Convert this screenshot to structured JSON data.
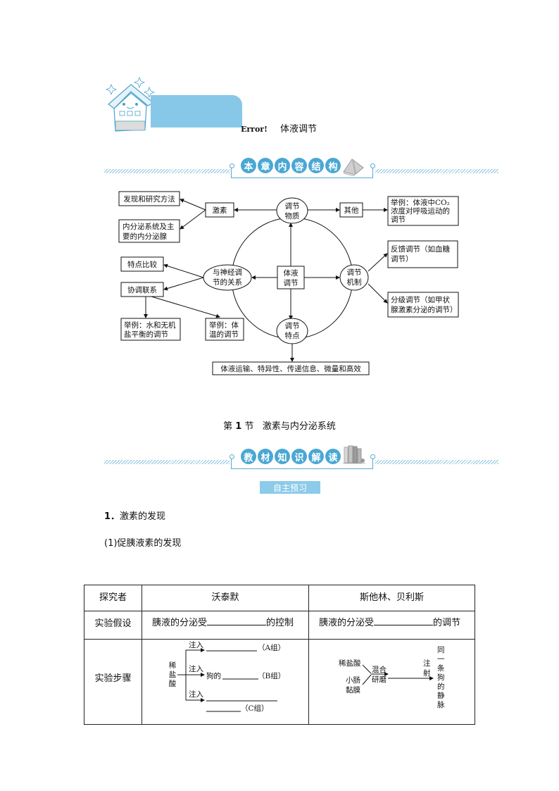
{
  "chapter": {
    "error_label": "Error!",
    "title": "体液调节"
  },
  "banner1": {
    "chars": [
      "本",
      "章",
      "内",
      "容",
      "结",
      "构"
    ],
    "icon": "book-stack-icon"
  },
  "diagram": {
    "center": [
      "体液",
      "调节"
    ],
    "nodes": {
      "top": [
        "调节",
        "物质"
      ],
      "left": [
        "与神经调",
        "节的关系"
      ],
      "right": [
        "调节",
        "机制"
      ],
      "bottom": [
        "调节",
        "特点"
      ]
    },
    "hormone": "激素",
    "hormone_method": "发现和研究方法",
    "hormone_system": [
      "内分泌系统及主",
      "要的内分泌腺"
    ],
    "other": "其他",
    "other_example": [
      "举例：体液中CO₂",
      "浓度对呼吸运动的",
      "调节"
    ],
    "feature_compare": "特点比较",
    "coordination": "协调联系",
    "example_water": [
      "举例：水和无机",
      "盐平衡的调节"
    ],
    "example_temp": [
      "举例：体",
      "温的调节"
    ],
    "feedback": [
      "反馈调节（如血糖",
      "调节）"
    ],
    "hierarchical": [
      "分级调节（如甲状",
      "腺激素分泌的调节）"
    ],
    "characteristics": "体液运输、特异性、传递信息、微量和高效"
  },
  "section": {
    "prefix": "第",
    "num": "1",
    "suffix": "节",
    "title": "激素与内分泌系统"
  },
  "banner2": {
    "chars": [
      "教",
      "材",
      "知",
      "识",
      "解",
      "读"
    ],
    "icon": "bookshelf-icon"
  },
  "self_study": "自主预习",
  "heading1": {
    "num": "1．",
    "text": "激素的发现"
  },
  "heading2": "(1)促胰液素的发现",
  "table": {
    "headers": [
      "探究者",
      "沃泰默",
      "斯他林、贝利斯"
    ],
    "hypothesis_label": "实验假设",
    "hyp_woetmer": {
      "before": "胰液的分泌受",
      "after": "的控制"
    },
    "hyp_starling": {
      "before": "胰液的分泌受",
      "after": "的调节"
    },
    "steps_label": "实验步骤",
    "woetmer_steps": {
      "source": [
        "稀",
        "盐",
        "酸"
      ],
      "inject": "注入",
      "dog": "狗的",
      "group_a": "（A组）",
      "group_b": "（B组）",
      "group_c": "（C组）"
    },
    "starling_steps": {
      "acid": "稀盐酸",
      "mucosa": [
        "小肠",
        "黏膜"
      ],
      "mix": [
        "混合",
        "研磨"
      ],
      "inject": [
        "注",
        "射"
      ],
      "target": [
        "同",
        "一",
        "条",
        "狗",
        "的",
        "静",
        "脉"
      ]
    }
  }
}
